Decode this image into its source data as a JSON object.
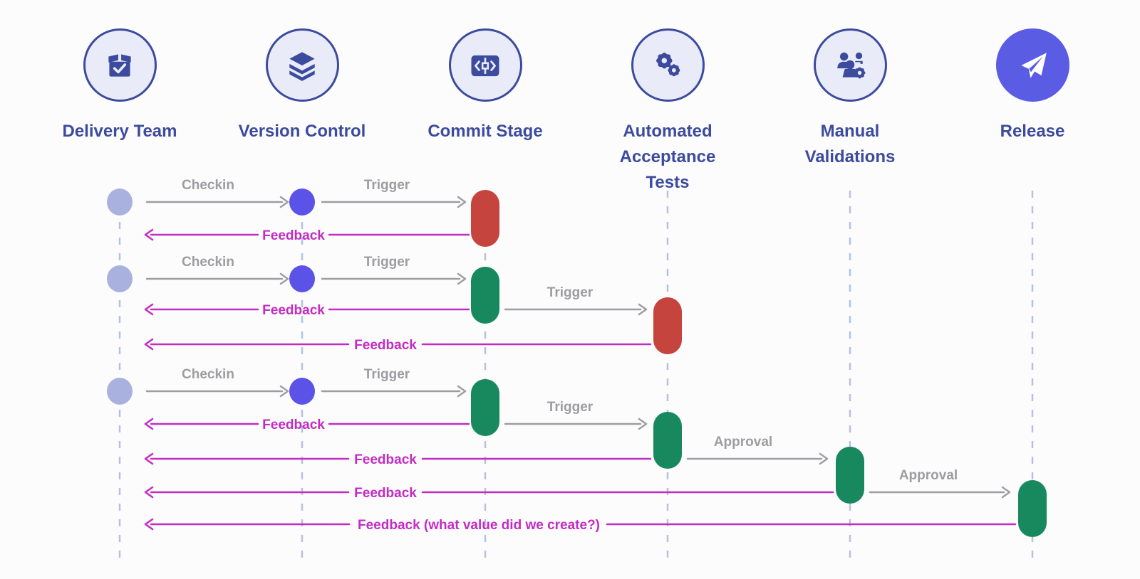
{
  "stages": [
    {
      "label": "Delivery Team",
      "icon": "box-check-icon"
    },
    {
      "label": "Version Control",
      "icon": "layers-icon"
    },
    {
      "label": "Commit Stage",
      "icon": "code-commit-icon"
    },
    {
      "label": "Automated Acceptance Tests",
      "icon": "gears-icon"
    },
    {
      "label": "Manual Validations",
      "icon": "users-gear-icon"
    },
    {
      "label": "Release",
      "icon": "paper-plane-icon"
    }
  ],
  "messages": [
    {
      "label": "Checkin",
      "type": "checkin",
      "from": "Delivery Team",
      "to": "Version Control"
    },
    {
      "label": "Trigger",
      "type": "trigger",
      "from": "Version Control",
      "to": "Commit Stage"
    },
    {
      "label": "Feedback",
      "type": "feedback",
      "from": "Commit Stage",
      "to": "Delivery Team"
    },
    {
      "label": "Checkin",
      "type": "checkin",
      "from": "Delivery Team",
      "to": "Version Control"
    },
    {
      "label": "Trigger",
      "type": "trigger",
      "from": "Version Control",
      "to": "Commit Stage"
    },
    {
      "label": "Trigger",
      "type": "trigger",
      "from": "Commit Stage",
      "to": "Automated Acceptance Tests"
    },
    {
      "label": "Feedback",
      "type": "feedback",
      "from": "Commit Stage",
      "to": "Delivery Team"
    },
    {
      "label": "Feedback",
      "type": "feedback",
      "from": "Automated Acceptance Tests",
      "to": "Delivery Team"
    },
    {
      "label": "Checkin",
      "type": "checkin",
      "from": "Delivery Team",
      "to": "Version Control"
    },
    {
      "label": "Trigger",
      "type": "trigger",
      "from": "Version Control",
      "to": "Commit Stage"
    },
    {
      "label": "Trigger",
      "type": "trigger",
      "from": "Commit Stage",
      "to": "Automated Acceptance Tests"
    },
    {
      "label": "Feedback",
      "type": "feedback",
      "from": "Commit Stage",
      "to": "Delivery Team"
    },
    {
      "label": "Approval",
      "type": "approval",
      "from": "Automated Acceptance Tests",
      "to": "Manual Validations"
    },
    {
      "label": "Feedback",
      "type": "feedback",
      "from": "Automated Acceptance Tests",
      "to": "Delivery Team"
    },
    {
      "label": "Approval",
      "type": "approval",
      "from": "Manual Validations",
      "to": "Release"
    },
    {
      "label": "Feedback",
      "type": "feedback",
      "from": "Manual Validations",
      "to": "Delivery Team"
    },
    {
      "label": "Feedback (what value did we create?)",
      "type": "feedback",
      "from": "Release",
      "to": "Delivery Team"
    }
  ],
  "runs": [
    {
      "commit_stage": "failed"
    },
    {
      "commit_stage": "passed",
      "acceptance_tests": "failed"
    },
    {
      "commit_stage": "passed",
      "acceptance_tests": "passed",
      "manual_validations": "passed",
      "release": "passed"
    }
  ],
  "colors": {
    "indigo": "#3c4b9d",
    "node_fill": "#e9ecf8",
    "release_fill": "#5b5ce4",
    "team_dot": "#a9b2de",
    "vcs_dot": "#5b53e8",
    "failed": "#c5443e",
    "passed": "#18895f",
    "feedback": "#c32cc3",
    "flow": "#9e9ea2",
    "lifeline": "#b6c1de"
  }
}
